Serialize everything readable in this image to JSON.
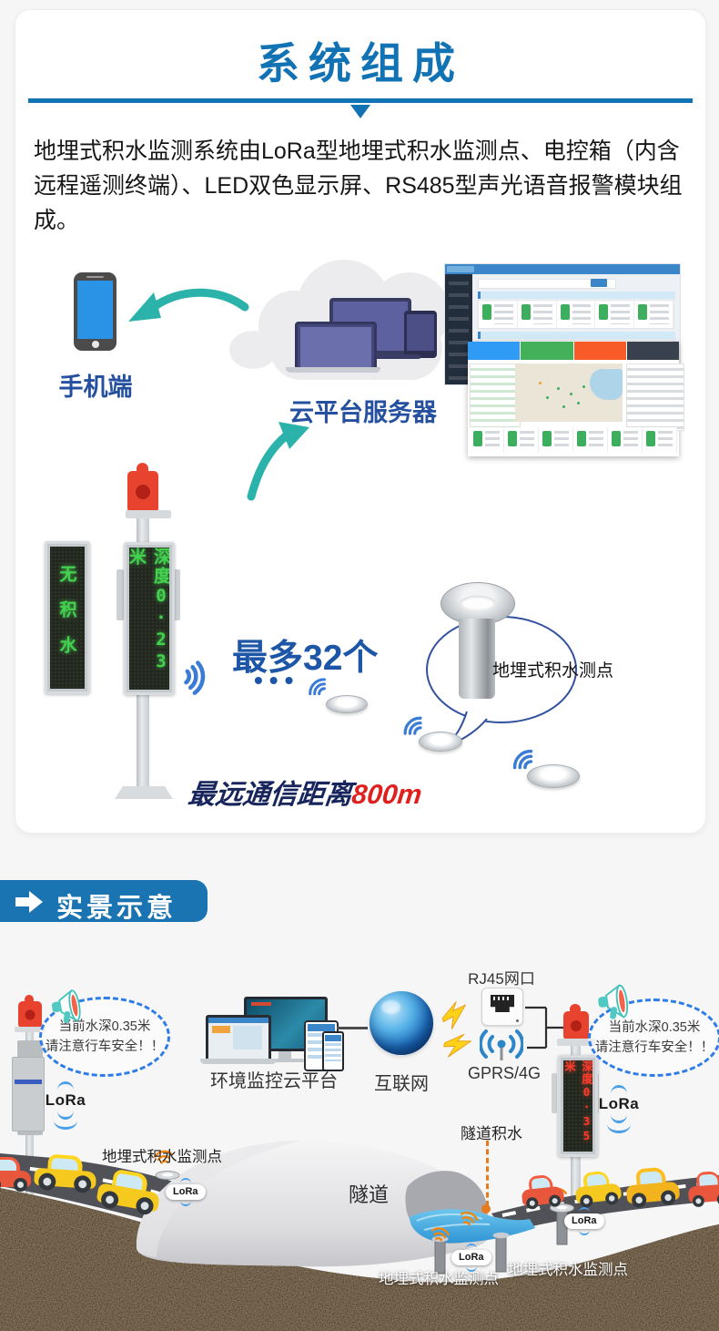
{
  "colors": {
    "accent_blue": "#1273b4",
    "banner_blue": "#1b74b2",
    "label_navy": "#24509f",
    "teal_arrow": "#2bb3ab",
    "max_nodes_blue": "#1d55a7",
    "distance_red": "#e01f1f",
    "led_green": "#44d34f",
    "led_red": "#ff3a2a",
    "beacon_red": "#e8432e",
    "callout_dash_blue": "#2d7ce8",
    "lora_wave_blue": "#4aa0e8",
    "road_gray": "#515158",
    "water_blue": "#3fa8e0"
  },
  "section1": {
    "title": "系统组成",
    "description": "地埋式积水监测系统由LoRa型地埋式积水监测点、电控箱（内含远程遥测终端）、LED双色显示屏、RS485型声光语音报警模块组成。",
    "phone_label": "手机端",
    "cloud_label": "云平台服务器",
    "max_nodes_label": "最多32个",
    "dots": "•••",
    "distance_prefix": "最远通信距离",
    "distance_value": "800m",
    "sensor_callout": "地埋式积水测点",
    "roadside_led_text": "无积水",
    "pole_led_text": "深度0·23米"
  },
  "section2": {
    "banner_title": "实景示意",
    "warning_line1": "当前水深0.35米",
    "warning_line2": "请注意行车安全！！",
    "cloud_platform_label": "环境监控云平台",
    "internet_label": "互联网",
    "rj45_label": "RJ45网口",
    "gprs_label": "GPRS/4G",
    "lora_label": "LoRa",
    "tunnel_label": "隧道",
    "tunnel_water_label": "隧道积水",
    "buried_point_label": "地埋式积水监测点",
    "pole_led_text": "深度0·35米"
  }
}
